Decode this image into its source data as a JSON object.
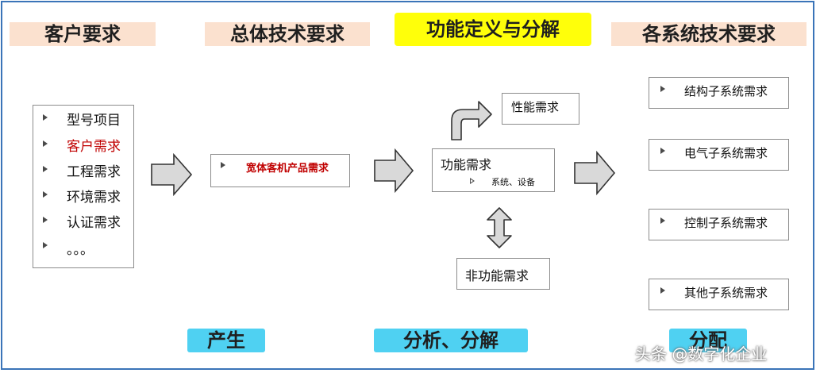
{
  "headers": {
    "customer": "客户要求",
    "overall": "总体技术要求",
    "function": "功能定义与分解",
    "systems": "各系统技术要求"
  },
  "customer_list": [
    "型号项目",
    "客户需求",
    "工程需求",
    "环境需求",
    "认证需求",
    "。。。"
  ],
  "product_requirement": "宽体客机产品需求",
  "function_requirement": {
    "title": "功能需求",
    "sub": "系统、设备"
  },
  "performance_requirement": "性能需求",
  "nonfunctional_requirement": "非功能需求",
  "subsystems": [
    "结构子系统需求",
    "电气子系统需求",
    "控制子系统需求",
    "其他子系统需求"
  ],
  "footers": {
    "generate": "产生",
    "analyze": "分析、分解",
    "allocate": "分配"
  },
  "watermark": "头条 @数字化企业",
  "colors": {
    "border": "#3a74b8",
    "header_bg": "#fbe1cf",
    "header_highlight": "#ffff0a",
    "footer_bg": "#4fd1f2",
    "highlight_text": "#c00000",
    "arrow_fill": "#d9d9d9"
  }
}
